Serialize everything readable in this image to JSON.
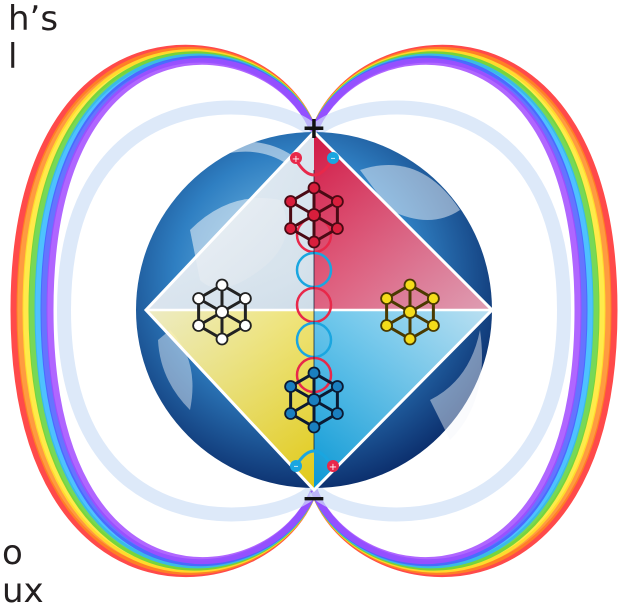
{
  "text_fragments": {
    "line1": "h’s",
    "line2": "l",
    "line3": "o",
    "line4": "ux"
  },
  "poles": {
    "top_sign": "+",
    "bottom_sign": "−"
  },
  "colors": {
    "rainbow": [
      "#ff2a2a",
      "#ff8a1e",
      "#ffe62a",
      "#5fd13a",
      "#2fb6ff",
      "#4a5cff",
      "#a24bff"
    ],
    "red_face": "#d81e3c",
    "yellow_face": "#f4dc1a",
    "cyan_face": "#12a6dc",
    "white_face": "#f4f4f4",
    "ocean": "#2f6fb2",
    "plus_charge": "#e8284a",
    "minus_charge": "#1aa6e0"
  },
  "icons": [
    "earth-globe-icon",
    "octahedron-icon",
    "molecule-icon",
    "double-helix-icon",
    "magnetic-field-icon"
  ]
}
